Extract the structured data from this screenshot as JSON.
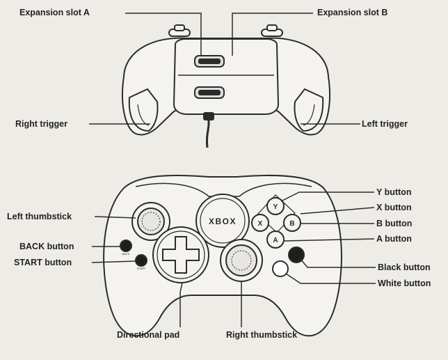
{
  "labels": {
    "expansion_slot_a": "Expansion slot  A",
    "expansion_slot_b": "Expansion slot  B",
    "right_trigger": "Right trigger",
    "left_trigger": "Left trigger",
    "left_thumbstick": "Left thumbstick",
    "back_button": "BACK button",
    "start_button": "START button",
    "y_button": "Y button",
    "x_button": "X button",
    "b_button": "B button",
    "a_button": "A button",
    "black_button": "Black button",
    "white_button": "White button",
    "directional_pad": "Directional pad",
    "right_thumbstick": "Right thumbstick"
  },
  "face_buttons": {
    "y": "Y",
    "x": "X",
    "b": "B",
    "a": "A"
  },
  "logo_text": "XBOX",
  "back_small_label": "BACK",
  "start_small_label": "START",
  "colors": {
    "background": "#eeece6",
    "line": "#2b2b2b",
    "body": "#f4f3ef"
  }
}
